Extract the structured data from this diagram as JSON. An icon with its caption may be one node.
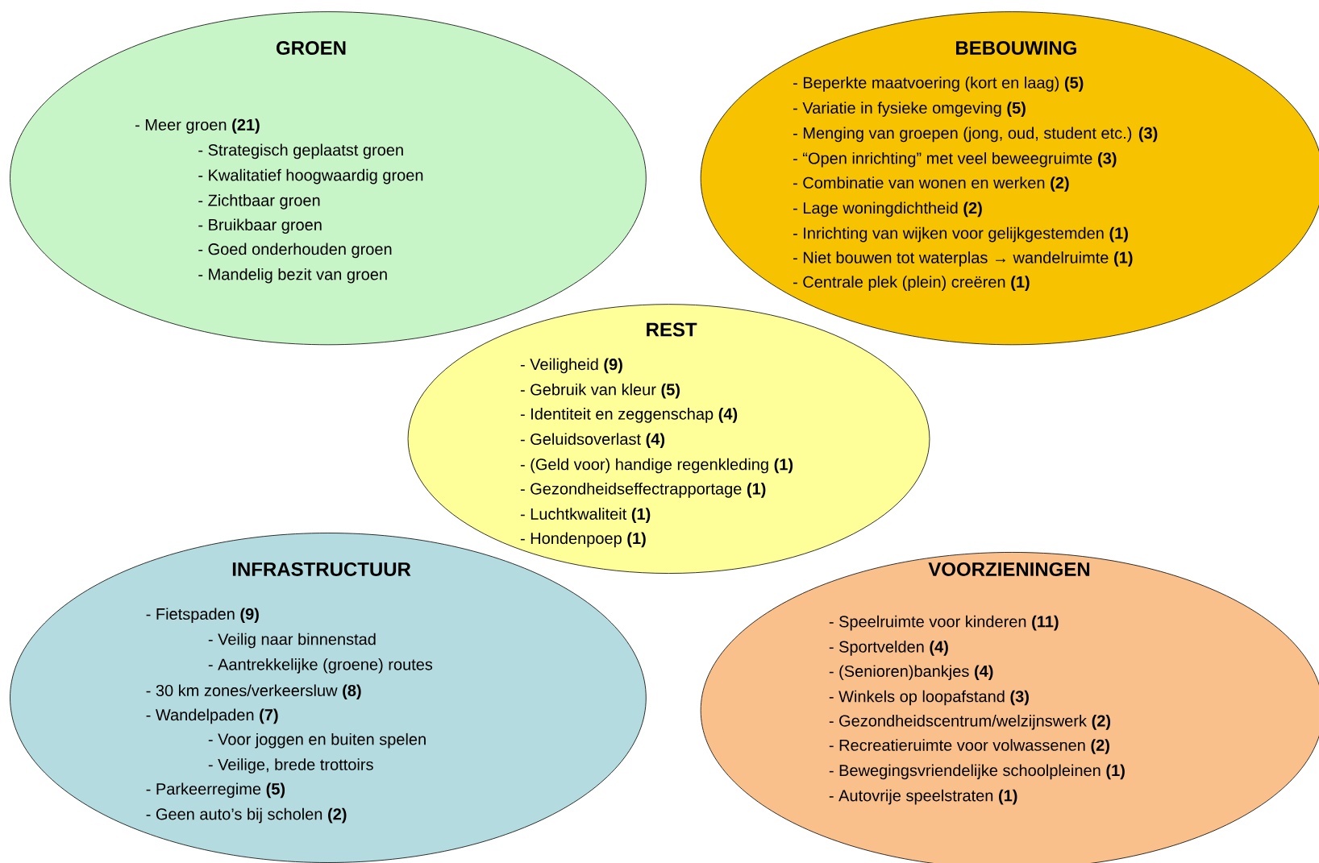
{
  "diagram": {
    "nodes": [
      {
        "text": [
          "GROEN",
          "- Meer groen **(21)**",
          "- Strategisch geplaatst groen",
          "- Kwalitatief hoogwaardig groen",
          "- Zichtbaar groen",
          "- Bruikbaar groen",
          "- Goed onderhouden groen",
          "- Mandelig bezit van groen"
        ]
      },
      {
        "text": [
          "BEBOUWING",
          "- Beperkte maatvoering (kort en laag) **(5)**",
          "- Variatie in fysieke omgeving **(5)**",
          "- Menging van groepen (jong, oud, student etc.) **(3)**",
          "- “Open inrichting” met veel beweegruimte **(3)**",
          "- Combinatie van wonen en werken **(2)**",
          "- Lage woningdichtheid **(2)**",
          "- Inrichting van wijken voor gelijkgestemden **(1)**",
          "- Niet bouwen tot waterplas → wandelruimte **(1)**",
          "- Centrale plek (plein) creëren **(1)**"
        ]
      },
      {
        "text": [
          "REST",
          "- Veiligheid **(9)**",
          "- Gebruik van kleur **(5)**",
          "- Identiteit en zeggenschap **(4)**",
          "- Geluidsoverlast **(4)**",
          "- (Geld voor) handige regenkleding **(1)**",
          "- Gezondheidseffectrapportage **(1)**",
          "- Luchtkwaliteit **(1)**",
          "- Hondenpoep **(1)**"
        ]
      },
      {
        "text": [
          "INFRASTRUCTUUR",
          "- Fietspaden **(9)**",
          "- Veilig naar binnenstad",
          "- Aantrekkelijke (groene) routes",
          "- 30 km zones/verkeersluw **(8)**",
          "- Wandelpaden **(7)**",
          "- Voor joggen en buiten spelen",
          "- Veilige, brede trottoirs",
          "- Parkeerregime **(5)**",
          "- Geen auto’s bij scholen **(2)**"
        ]
      },
      {
        "text": [
          "VOORZIENINGEN",
          "- Speelruimte voor kinderen **(11)**",
          "- Sportvelden **(4)**",
          "- (Senioren)bankjes **(4)**",
          "- Winkels op loopafstand **(3)**",
          "- Gezondheidscentrum/welzijnswerk **(2)**",
          "- Recreatieruimte voor volwassenen **(2)**",
          "- Bewegingsvriendelijke schoolpleinen **(1)**",
          "- Autovrije speelstraten **(1)**"
        ]
      }
    ]
  }
}
